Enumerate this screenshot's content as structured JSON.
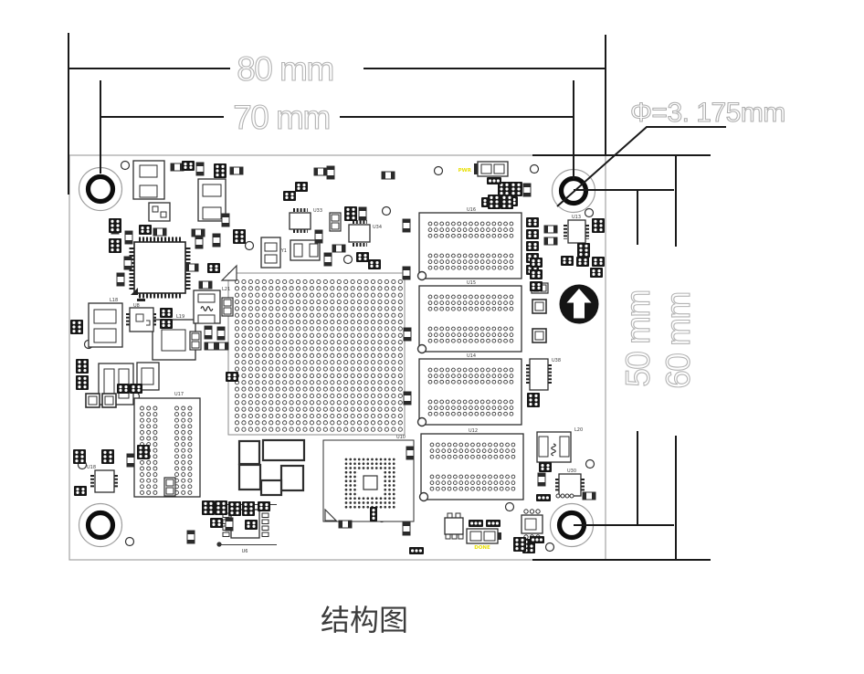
{
  "caption": "结构图",
  "dimensions": {
    "board_width": "80 mm",
    "hole_pitch_horizontal": "70 mm",
    "hole_diameter": "Φ=3. 175mm",
    "hole_pitch_vertical": "50 mm",
    "board_height": "60 mm"
  },
  "board": {
    "status_labels": {
      "pwr": "PWR",
      "done": "DONE"
    },
    "component_refs": {
      "ddr1": "U16",
      "ddr2": "U15",
      "ddr3": "U14",
      "ddr4": "U12",
      "emmc": "U10",
      "connector": "U17",
      "u13": "U13",
      "u18": "U18",
      "u8": "U8",
      "u6": "U6",
      "u30": "U30",
      "u33": "U33",
      "u34": "U34",
      "u38": "U38",
      "l18": "L18",
      "l19": "L19",
      "l20": "L20",
      "l21": "L21",
      "y1": "Y1"
    }
  },
  "colors": {
    "dimension_line": "#1a1a1a",
    "dimension_text_outline": "#b3b3b3",
    "board_outline": "#a3a3a3",
    "silkscreen": "#2e2e2e",
    "status_text": "#e8df00",
    "caption_text": "#3c3c3c",
    "orientation_marker": "#141414"
  }
}
